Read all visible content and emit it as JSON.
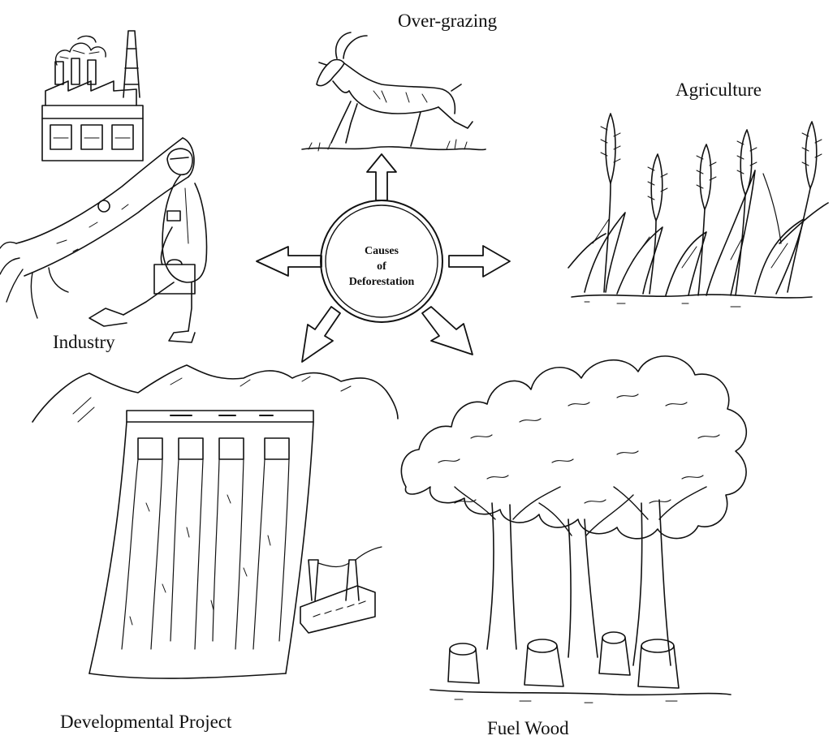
{
  "center": {
    "line1": "Causes",
    "line2": "of",
    "line3": "Deforestation"
  },
  "labels": {
    "over_grazing": "Over-grazing",
    "agriculture": "Agriculture",
    "industry": "Industry",
    "developmental_project": "Developmental Project",
    "fuel_wood": "Fuel Wood"
  },
  "colors": {
    "ink": "#111111",
    "background": "#ffffff"
  }
}
